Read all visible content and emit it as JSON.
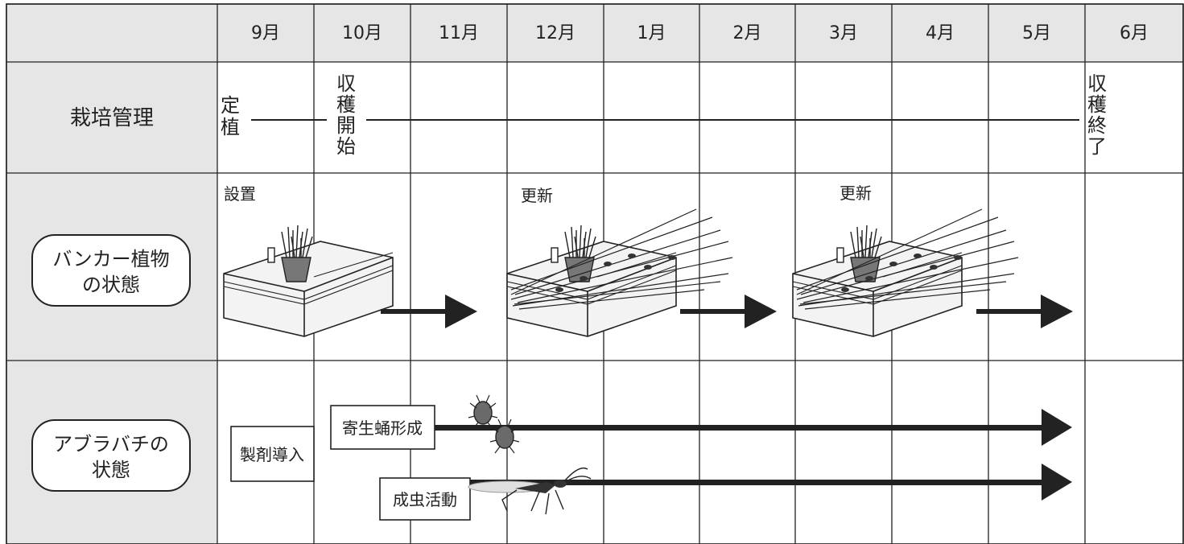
{
  "months": [
    "9月",
    "10月",
    "11月",
    "12月",
    "1月",
    "2月",
    "3月",
    "4月",
    "5月",
    "6月"
  ],
  "rows": {
    "cultivation": "栽培管理",
    "banker": [
      "バンカー植物",
      "の状態"
    ],
    "aphidius": [
      "アブラバチの",
      "状態"
    ]
  },
  "cultivation": {
    "planting": [
      "定",
      "植"
    ],
    "harvest_start": [
      "収",
      "穫",
      "開",
      "始"
    ],
    "harvest_end": [
      "収",
      "穫",
      "終",
      "了"
    ]
  },
  "banker": {
    "install": "設置",
    "renew_1": "更新",
    "renew_2": "更新"
  },
  "aphidius": {
    "product": "製剤導入",
    "mummy": "寄生蛹形成",
    "adult": "成虫活動"
  },
  "colors": {
    "header_bg": "#e6e6e6",
    "line": "#222222",
    "box_fill": "#f2f2f2",
    "plant": "#555555"
  },
  "icons": [
    "banker-box-icon",
    "wheat-bundle-icon",
    "arrow-right-icon",
    "aphid-mummy-icon",
    "parasitoid-wasp-icon"
  ]
}
